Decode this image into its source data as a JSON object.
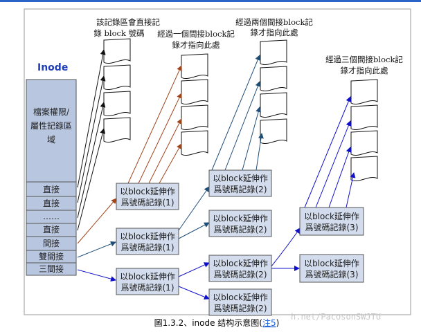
{
  "colors": {
    "inode_fill": "#b8c6e0",
    "box_fill": "#d3dcec",
    "box_stroke": "#555555",
    "arrow_black": "#111111",
    "arrow_brown": "#a0441a",
    "arrow_navy": "#1f4e79",
    "arrow_blue": "#1010cc",
    "title_blue": "#1f3fb8"
  },
  "inode": {
    "title": "Inode",
    "meta_lines": [
      "檔案權限/",
      "屬性記錄區",
      "域"
    ],
    "slots": [
      "直接",
      "直接",
      "……",
      "直接",
      "間接",
      "雙間接",
      "三間接"
    ]
  },
  "labels": {
    "direct": [
      "該記錄區會直接記",
      "錄 block 號碼"
    ],
    "single": [
      "經過一個間接block記",
      "錄才指向此處"
    ],
    "double": [
      "經過兩個間接block記",
      "錄才指向此處"
    ],
    "triple": [
      "經過三個間接block記",
      "錄才指向此處"
    ]
  },
  "record_boxes": {
    "level1": [
      "以block延伸作",
      "爲號碼記錄(1)"
    ],
    "level2": [
      "以block延伸作",
      "爲號碼記錄(2)"
    ],
    "level3": [
      "以block延伸作",
      "爲號碼記錄(3)"
    ]
  },
  "caption": {
    "main": "圖1.3.2、inode 结构示意图(",
    "note": "注5",
    "close": ")"
  },
  "watermark": "h.net/PacosonSWJTU"
}
